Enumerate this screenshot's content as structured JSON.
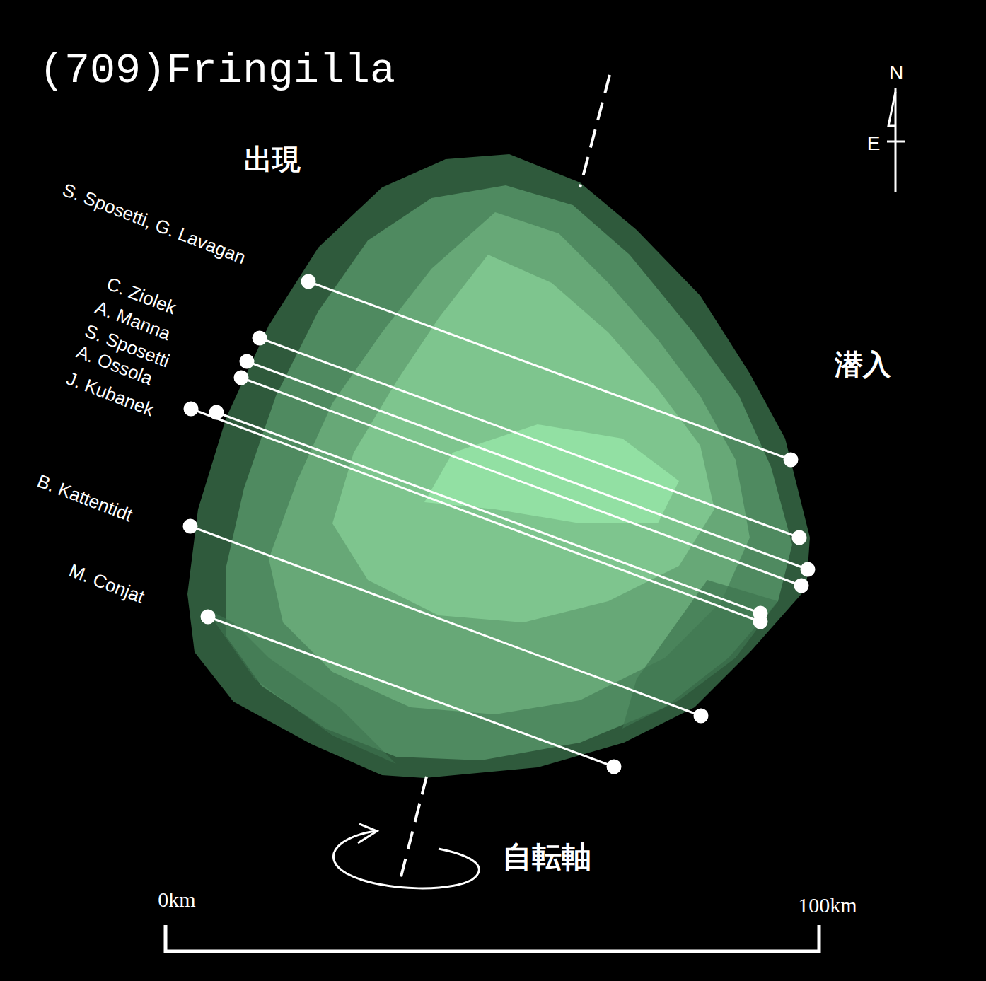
{
  "diagram": {
    "title": "(709)Fringilla",
    "labels": [
      "出現",
      "潜入",
      "S. Sposetti, G. Lavagan",
      "C. Ziolek",
      "A. Manna",
      "S. Sposetti",
      "A. Ossola",
      "J. Kubanek",
      "B. Kattentidt",
      "M. Conjat",
      "N",
      "E",
      "自転軸",
      "0km",
      "100km"
    ]
  }
}
